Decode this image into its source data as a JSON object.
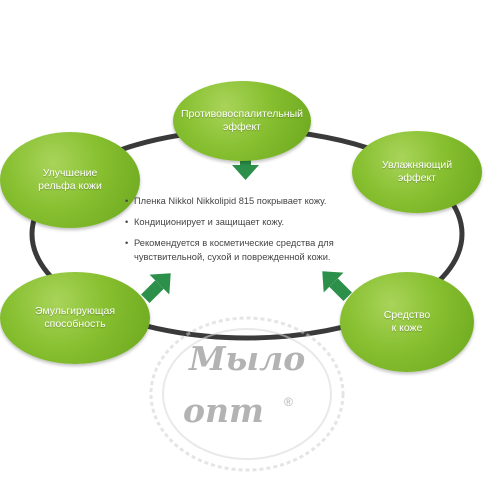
{
  "nodes": {
    "top": "Противовоспалительный\nэффект",
    "left": "Улучшение\nрельфа кожи",
    "right": "Увлажняющий\nэффект",
    "bottom_left": "Эмульгирующая\nспособность",
    "bottom_right": "Средство\nк коже"
  },
  "bullets": [
    "Пленка Nikkol Nikkolipid 815 покрывает кожу.",
    "Кондиционирует и защищает кожу.",
    "Рекомендуется в косметические средства для чувствительной, сухой и поврежденной кожи."
  ],
  "watermark": {
    "line1": "Мыло",
    "line2": "опт",
    "mark": "®"
  },
  "colors": {
    "node_green": "#86bf2f",
    "ring": "#3a3a3a",
    "arrow_green": "#2c8f4a",
    "text": "#444444",
    "watermark": "#b3b3b3"
  },
  "icons": {
    "arrow_top": "arrow-down-icon",
    "arrow_left": "arrow-up-right-icon",
    "arrow_right": "arrow-up-left-icon"
  }
}
